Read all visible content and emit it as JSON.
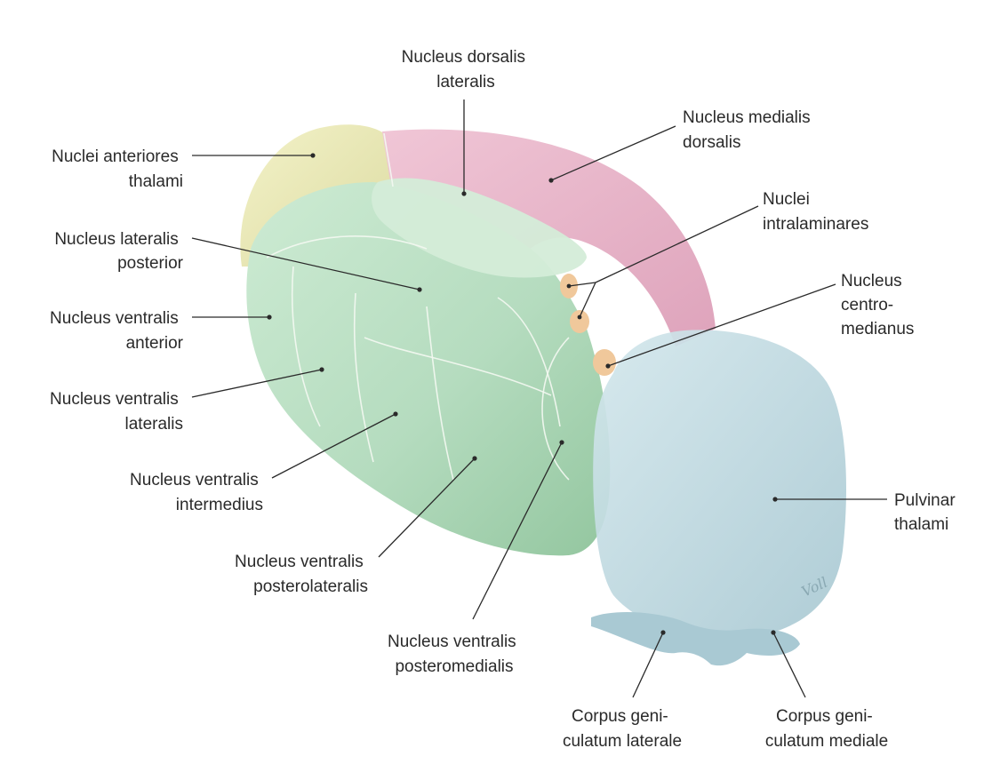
{
  "labels": {
    "nuclei_anteriores": [
      "Nuclei anteriores",
      "thalami"
    ],
    "nucleus_dorsalis_lateralis": [
      "Nucleus dorsalis",
      "lateralis"
    ],
    "nucleus_medialis_dorsalis": [
      "Nucleus medialis",
      "dorsalis"
    ],
    "nuclei_intralaminares": [
      "Nuclei",
      "intralaminares"
    ],
    "nucleus_centromedianus": [
      "Nucleus",
      "centro-",
      "medianus"
    ],
    "nucleus_lateralis_posterior": [
      "Nucleus lateralis",
      "posterior"
    ],
    "nucleus_ventralis_anterior": [
      "Nucleus ventralis",
      "anterior"
    ],
    "nucleus_ventralis_lateralis": [
      "Nucleus ventralis",
      "lateralis"
    ],
    "nucleus_ventralis_intermedius": [
      "Nucleus ventralis",
      "intermedius"
    ],
    "nucleus_ventralis_posterolateralis": [
      "Nucleus ventralis",
      "posterolateralis"
    ],
    "nucleus_ventralis_posteromedialis": [
      "Nucleus ventralis",
      "posteromedialis"
    ],
    "pulvinar_thalami": [
      "Pulvinar",
      "thalami"
    ],
    "corpus_geniculatum_laterale": [
      "Corpus geni-",
      "culatum laterale"
    ],
    "corpus_geniculatum_mediale": [
      "Corpus geni-",
      "culatum mediale"
    ]
  },
  "signature": "Voll",
  "colors": {
    "anterior_yellow": "#ecebb8",
    "medial_pink": "#eab7cc",
    "lateral_green": "#bfe3c8",
    "lateral_green_dark": "#9fcfac",
    "intralaminar_orange": "#f0c89b",
    "pulvinar_blue": "#c4dde4",
    "pulvinar_blue_dark": "#a9c9d3",
    "text": "#2a2a2a"
  }
}
